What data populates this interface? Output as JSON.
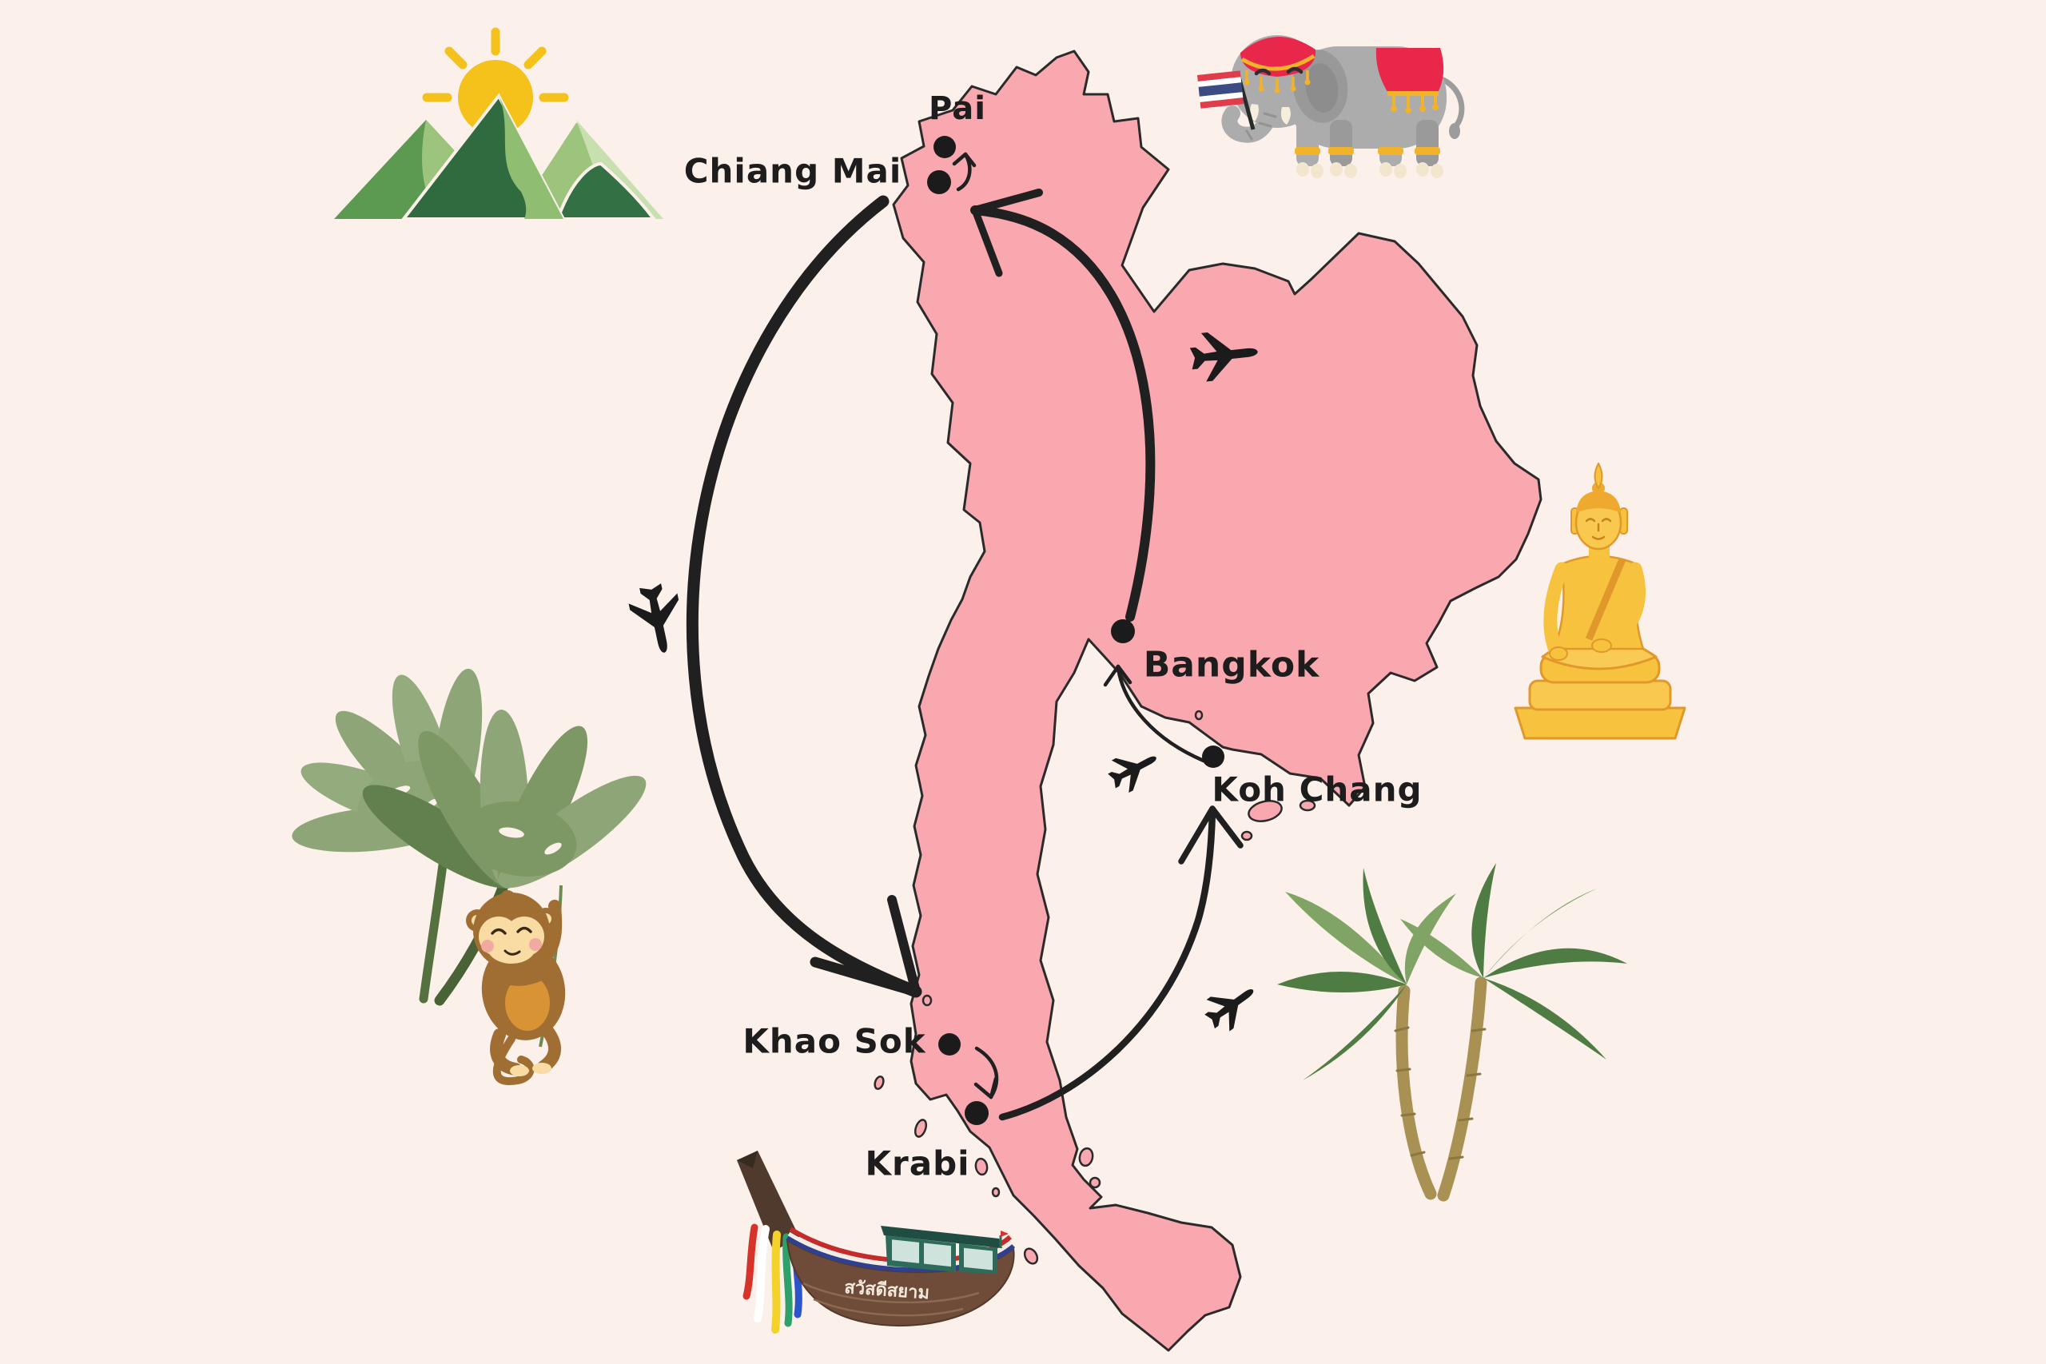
{
  "country": "Thailand",
  "colors": {
    "background": "#FCF0EB",
    "map_fill": "#F9A8B0",
    "map_outline": "#2A2A2A",
    "ink": "#1F1F1F",
    "sun_yellow": "#F5C21C",
    "mountain_green": "#2F6B3F",
    "buddha_gold": "#F7C23E",
    "palm_green": "#4E7C42",
    "boat_brown": "#6F4B3A",
    "elephant_grey": "#ACACAC",
    "accent_red": "#E8274B"
  },
  "cities": [
    {
      "name": "Pai"
    },
    {
      "name": "Chiang Mai"
    },
    {
      "name": "Bangkok"
    },
    {
      "name": "Koh Chang"
    },
    {
      "name": "Khao Sok"
    },
    {
      "name": "Krabi"
    }
  ],
  "routes": [
    {
      "from": "Chiang Mai",
      "to": "Pai",
      "marker": "thin-curved-arrow"
    },
    {
      "from": "Bangkok",
      "to": "Chiang Mai",
      "marker": "thick-brush-arrow"
    },
    {
      "from": "Chiang Mai",
      "to": "Khao Sok",
      "marker": "thick-brush-arrow"
    },
    {
      "from": "Khao Sok",
      "to": "Krabi",
      "marker": "thin-curved-arrow"
    },
    {
      "from": "Krabi",
      "to": "Koh Chang",
      "marker": "brush-arrow"
    },
    {
      "from": "Koh Chang",
      "to": "Bangkok",
      "marker": "thin-curved-arrow"
    }
  ],
  "icons": [
    "airplane-icon-northeast",
    "airplane-icon-west",
    "airplane-icon-gulf",
    "airplane-icon-south",
    "mountains-sun-icon",
    "elephant-thai-flag-icon",
    "golden-buddha-icon",
    "palm-trees-icon",
    "monstera-monkey-icon",
    "longtail-boat-icon"
  ],
  "boat": {
    "hull_text": "สวัสดีสยาม"
  }
}
